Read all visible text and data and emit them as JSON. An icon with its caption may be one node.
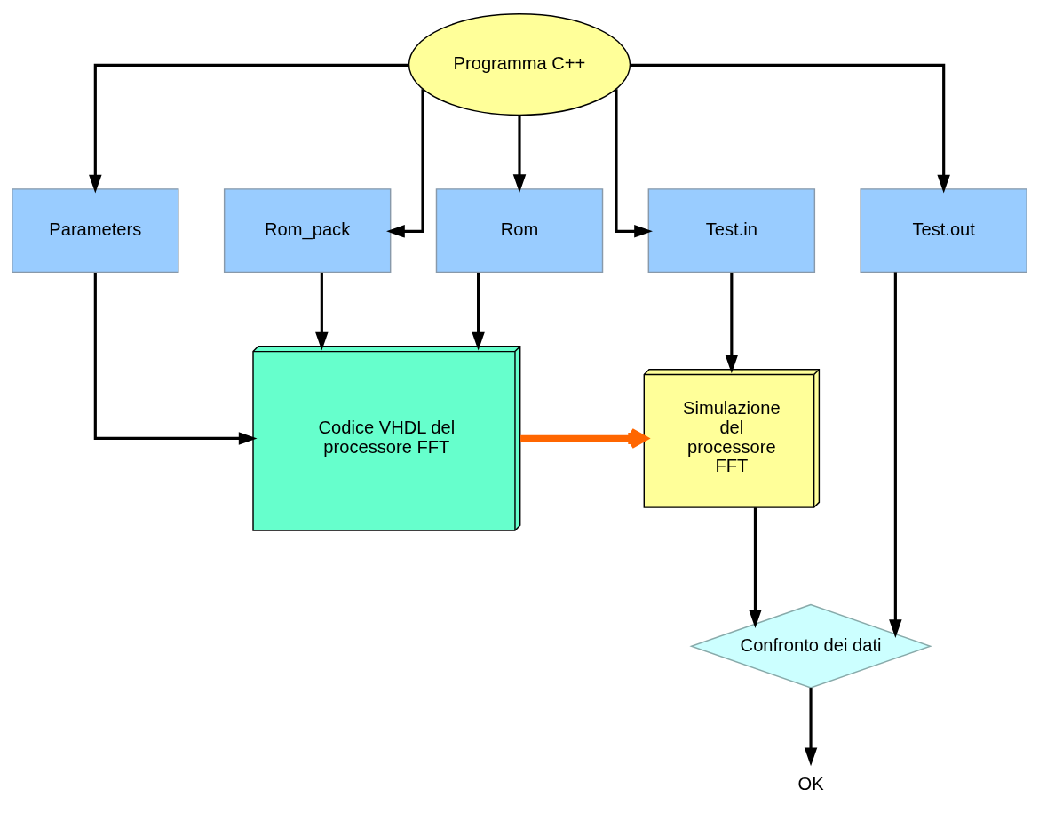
{
  "diagram": {
    "nodes": [
      {
        "text": [
          "Programma C++"
        ]
      },
      {
        "text": [
          "Parameters"
        ]
      },
      {
        "text": [
          "Rom_pack"
        ]
      },
      {
        "text": [
          "Rom"
        ]
      },
      {
        "text": [
          "Test.in"
        ]
      },
      {
        "text": [
          "Test.out"
        ]
      },
      {
        "text": [
          "Codice VHDL del processore FFT"
        ]
      },
      {
        "text": [
          "Simulazione del processore FFT"
        ]
      },
      {
        "text": [
          "Confronto dei dati"
        ]
      },
      {
        "text": [
          "OK"
        ]
      }
    ],
    "edges": [
      {
        "from": 0,
        "to": 1,
        "arrow": "to"
      },
      {
        "from": 0,
        "to": 2,
        "arrow": "to"
      },
      {
        "from": 0,
        "to": 3,
        "arrow": "to"
      },
      {
        "from": 0,
        "to": 4,
        "arrow": "to"
      },
      {
        "from": 0,
        "to": 5,
        "arrow": "to"
      },
      {
        "from": 1,
        "to": 6,
        "arrow": "to"
      },
      {
        "from": 2,
        "to": 6,
        "arrow": "to"
      },
      {
        "from": 3,
        "to": 6,
        "arrow": "to"
      },
      {
        "from": 4,
        "to": 7,
        "arrow": "to"
      },
      {
        "from": 6,
        "to": 7,
        "arrow": "to",
        "style": "thick",
        "color": "#ff6600"
      },
      {
        "from": 7,
        "to": 8,
        "arrow": "to"
      },
      {
        "from": 5,
        "to": 8,
        "arrow": "to"
      },
      {
        "from": 8,
        "to": 9,
        "arrow": "to"
      }
    ]
  }
}
